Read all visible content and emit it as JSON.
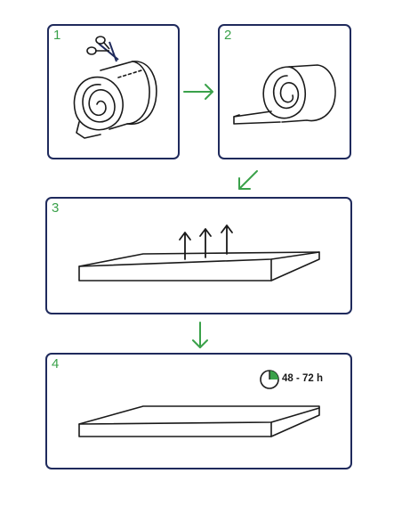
{
  "steps": [
    {
      "number": "1"
    },
    {
      "number": "2"
    },
    {
      "number": "3"
    },
    {
      "number": "4"
    }
  ],
  "wait_time": "48 - 72 h",
  "colors": {
    "frame": "#1f2a5c",
    "accent": "#3aa14a",
    "line": "#1a1a1a"
  },
  "icons": [
    "scissors-icon",
    "clock-icon",
    "arrow-right-icon",
    "arrow-down-left-icon",
    "arrow-down-icon",
    "arrow-up-icon"
  ]
}
